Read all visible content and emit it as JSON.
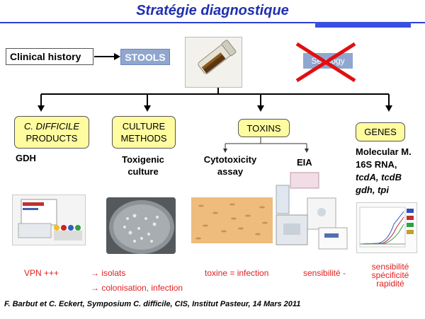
{
  "title": "Stratégie diagnostique",
  "flow": {
    "clinical_history": "Clinical history",
    "stools": "STOOLS",
    "serology": "Serology"
  },
  "categories": [
    {
      "line1": "C. DIFFICILE",
      "line2": "PRODUCTS",
      "method": "GDH",
      "result": "VPN +++"
    },
    {
      "line1": "CULTURE",
      "line2": "METHODS",
      "method_line1": "Toxigenic",
      "method_line2": "culture",
      "result_line1": "isolats",
      "result_line2": "colonisation, infection"
    },
    {
      "line1": "TOXINS",
      "method_a_line1": "Cytotoxicity",
      "method_a_line2": "assay",
      "method_b": "EIA",
      "result_a": "toxine = infection",
      "result_b": "sensibilité -"
    },
    {
      "line1": "GENES",
      "method_line1": "Molecular M.",
      "method_line2": "16S RNA,",
      "method_line3": "tcdA, tcdB",
      "method_line4": "gdh, tpi",
      "result_line1": "sensibilité",
      "result_line2": "spécificité",
      "result_line3": "rapidité"
    }
  ],
  "arrow_glyph": "→",
  "footer": "F. Barbut et C. Eckert, Symposium C. difficile, CIS, Institut Pasteur, 14 Mars 2011",
  "colors": {
    "title": "#1f2fb0",
    "accent": "#3a4fe0",
    "box_yellow": "#fffca0",
    "result_red": "#e02020",
    "stools_box": "#8fa6cf"
  }
}
